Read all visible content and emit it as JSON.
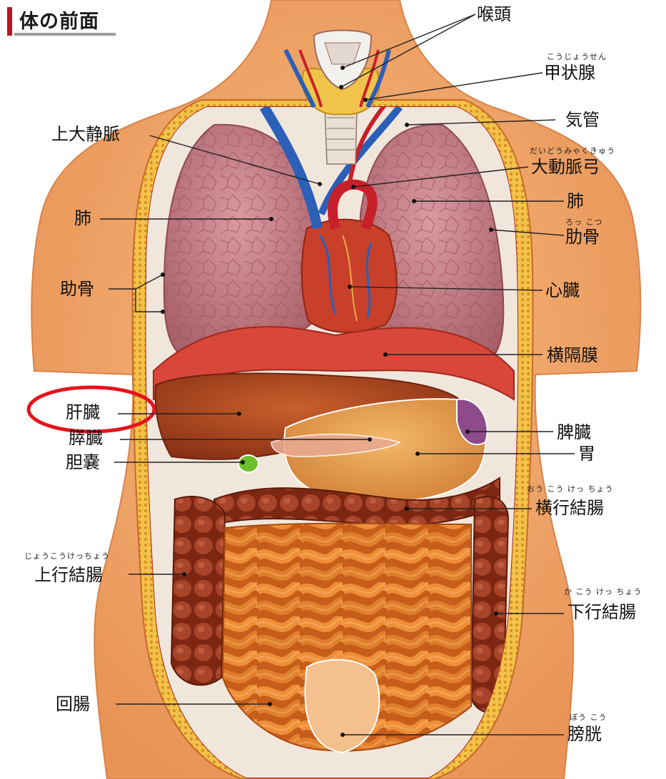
{
  "page_title": "体の前面",
  "labels": {
    "koutou": "喉頭",
    "koujousen": "甲状腺",
    "kikan": "気管",
    "daidoumyakukyuu": "大動脈弓",
    "hai_right": "肺",
    "rokkotsu_right": "肋骨",
    "shinzou": "心臓",
    "oukakumaku": "横隔膜",
    "hizou": "脾臓",
    "i": "胃",
    "oukou_ketchou": "横行結腸",
    "kakou_ketchou": "下行結腸",
    "boukou": "膀胱",
    "joudaijoumyaku": "上大静脈",
    "hai_left": "肺",
    "rokkotsu_left": "助骨",
    "kanzou": "肝臓",
    "suizou": "膵臓",
    "tannou": "胆嚢",
    "joukou_ketchou": "上行結腸",
    "kaichou": "回腸"
  },
  "furigana": {
    "koujousen": "こうじょうせん",
    "daidoumyakukyuu": "だいどうみゃくきゅう",
    "rokkotsu": "ろっ こつ",
    "oukou_ketchou": "おう こう けっ ちょう",
    "joukou_ketchou": "じょうこうけっちょう",
    "kakou_ketchou": "か こう けっ ちょう",
    "boukou": "ぼう こう"
  },
  "highlight": {
    "target": "肝臓",
    "color": "#e3141b"
  },
  "colors": {
    "skin": "#f3a96b",
    "skin_edge": "#d9834a",
    "lung": "#c9848b",
    "heart": "#c8402a",
    "diaphragm": "#d9473a",
    "liver": "#a9431e",
    "stomach": "#e79e4f",
    "colon": "#9c3a1e",
    "intestine": "#df7a25",
    "vein": "#2b5fb8",
    "artery": "#c8202a",
    "thyroid": "#f0c44a"
  }
}
